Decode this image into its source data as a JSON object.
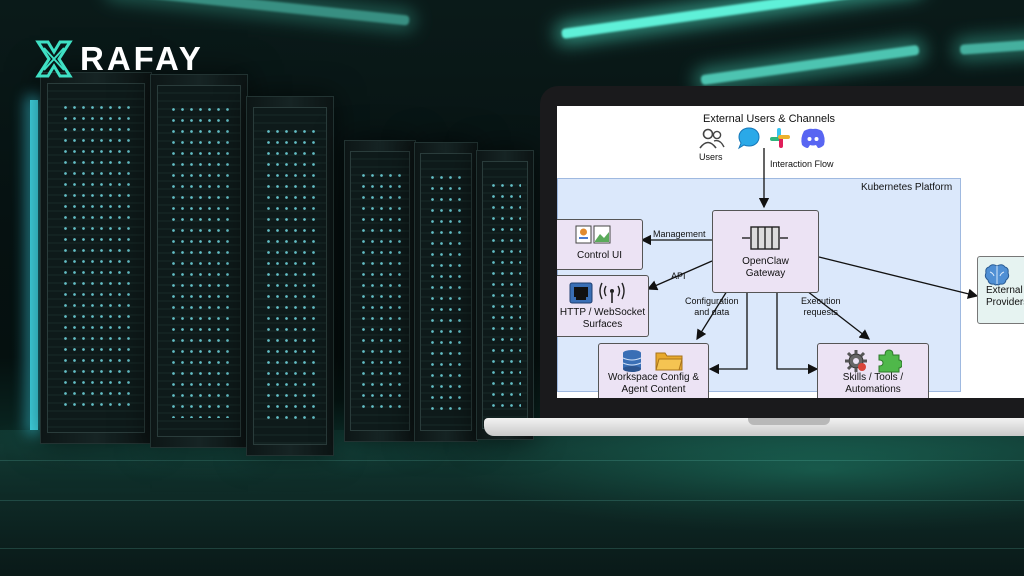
{
  "brand": {
    "name": "RAFAY",
    "accent": "#3fe0c4"
  },
  "diagram": {
    "title": "External Users & Channels",
    "users_label": "Users",
    "interaction_flow": "Interaction Flow",
    "platform_label": "Kubernetes Platform",
    "gateway": {
      "line1": "OpenClaw",
      "line2": "Gateway"
    },
    "control_ui": "Control UI",
    "management": "Management",
    "http": {
      "line1": "HTTP / WebSocket",
      "line2": "Surfaces"
    },
    "api": "API",
    "config_data": {
      "line1": "Configuration",
      "line2": "and data"
    },
    "execution": {
      "line1": "Execution",
      "line2": "requests"
    },
    "workspace": {
      "line1": "Workspace Config &",
      "line2": "Agent Content"
    },
    "skills": {
      "line1": "Skills / Tools /",
      "line2": "Automations"
    },
    "external": {
      "line1": "External",
      "line2": "Providers"
    },
    "channel_icons": [
      "users-icon",
      "chat-bubble-icon",
      "slack-icon",
      "discord-icon"
    ]
  }
}
